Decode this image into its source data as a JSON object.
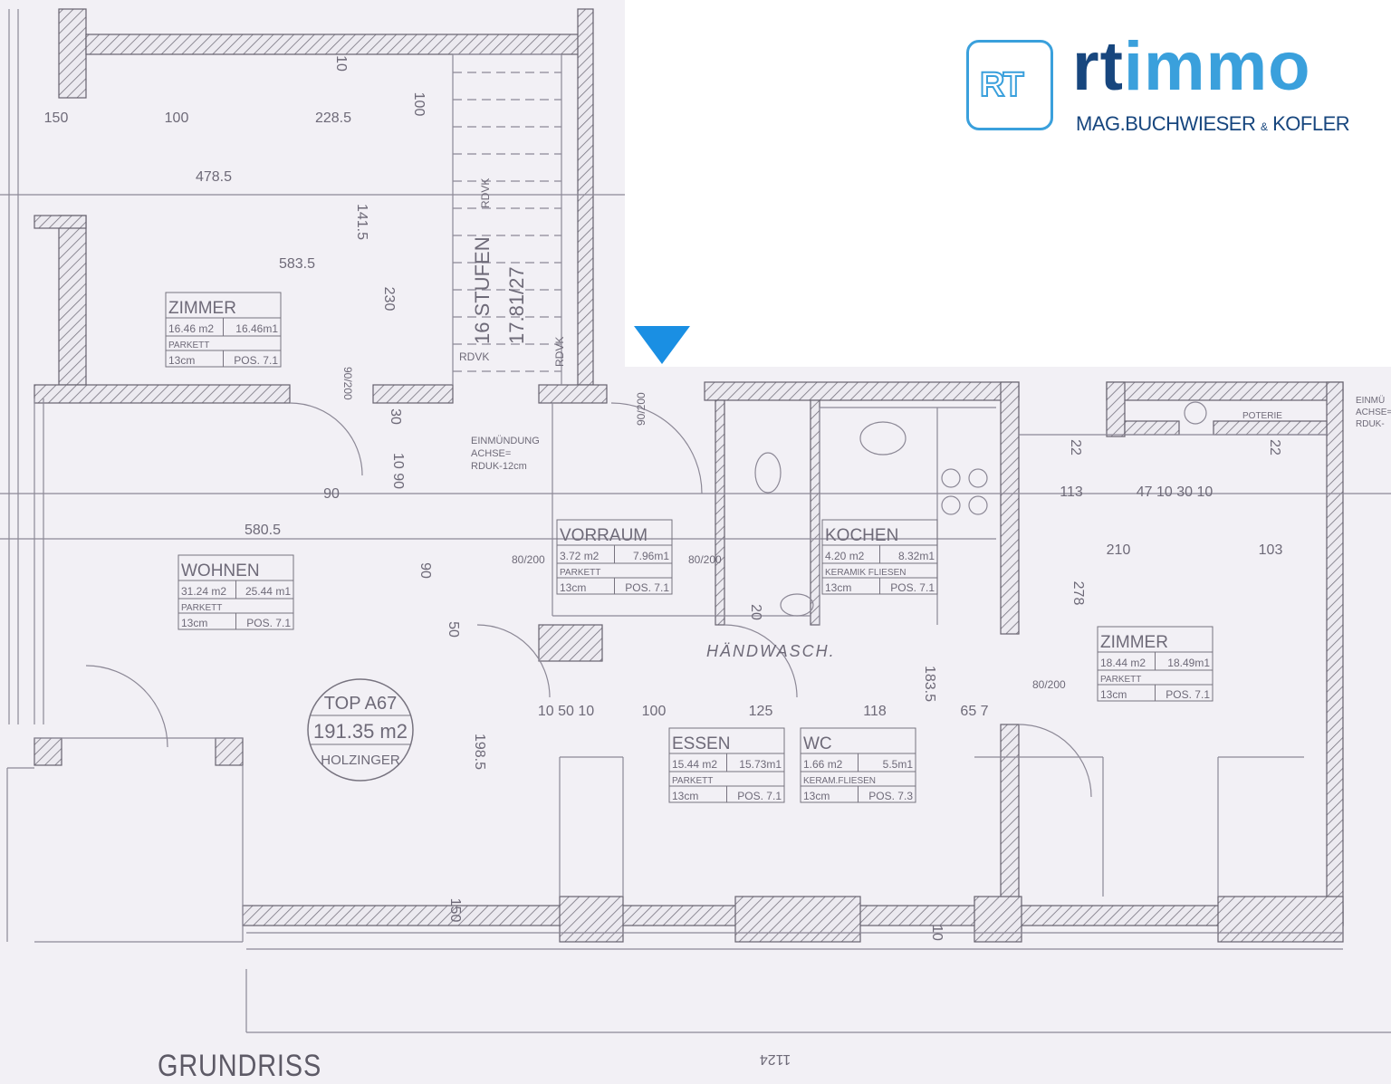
{
  "logo": {
    "mark": "RT",
    "name_dark": "rt",
    "name_light": "immo",
    "subtitle_main": "MAG.BUCHWIESER",
    "subtitle_amp": "&",
    "subtitle_end": "KOFLER",
    "colors": {
      "dark": "#17467e",
      "light": "#3aa0dc"
    }
  },
  "entrance_marker": {
    "icon": "triangle-down-icon",
    "color": "#1a8fe3"
  },
  "plan_title": "GRUNDRISS",
  "unit_stamp": {
    "top": "TOP A67",
    "area": "191.35 m2",
    "name": "HOLZINGER"
  },
  "rooms": [
    {
      "name": "ZIMMER",
      "area": "16.46 m2",
      "perimeter": "16.46m1",
      "floor": "PARKETT",
      "height": "13cm",
      "pos": "POS. 7.1"
    },
    {
      "name": "WOHNEN",
      "area": "31.24 m2",
      "perimeter": "25.44 m1",
      "floor": "PARKETT",
      "height": "13cm",
      "pos": "POS. 7.1"
    },
    {
      "name": "VORRAUM",
      "area": "3.72 m2",
      "perimeter": "7.96m1",
      "floor": "PARKETT",
      "height": "13cm",
      "pos": "POS. 7.1"
    },
    {
      "name": "KOCHEN",
      "area": "4.20 m2",
      "perimeter": "8.32m1",
      "floor": "KERAMIK FLIESEN",
      "height": "13cm",
      "pos": "POS. 7.1"
    },
    {
      "name": "ESSEN",
      "area": "15.44 m2",
      "perimeter": "15.73m1",
      "floor": "PARKETT",
      "height": "13cm",
      "pos": "POS. 7.1"
    },
    {
      "name": "WC",
      "area": "1.66 m2",
      "perimeter": "5.5m1",
      "floor": "KERAM.FLIESEN",
      "height": "13cm",
      "pos": "POS. 7.3"
    },
    {
      "name": "ZIMMER",
      "area": "18.44 m2",
      "perimeter": "18.49m1",
      "floor": "PARKETT",
      "height": "13cm",
      "pos": "POS. 7.1"
    }
  ],
  "annotations": {
    "stairs": "16 STUFEN",
    "stairs_ratio": "17.81/27",
    "rdvk": "RDVK",
    "einmuendung": [
      "EINMÜNDUNG",
      "ACHSE=",
      "RDUK-12cm"
    ],
    "einmuendung_right": [
      "EINMÜ",
      "ACHSE=",
      "RDUK-"
    ],
    "handwasch": "HÄNDWASCH.",
    "poterie": "POTERIE",
    "door_80_200": "80/200",
    "door_90_200": "90/200"
  },
  "dimensions": [
    "150",
    "100",
    "228.5",
    "478.5",
    "583.5",
    "230",
    "100",
    "141.5",
    "10",
    "580.5",
    "90",
    "90",
    "50",
    "198.5",
    "150",
    "210",
    "103",
    "278",
    "10 50 10",
    "100",
    "125",
    "118",
    "65 7",
    "183.5",
    "113",
    "47 10 30 10",
    "1124",
    "22",
    "22",
    "30",
    "10 90",
    "20",
    "10"
  ]
}
